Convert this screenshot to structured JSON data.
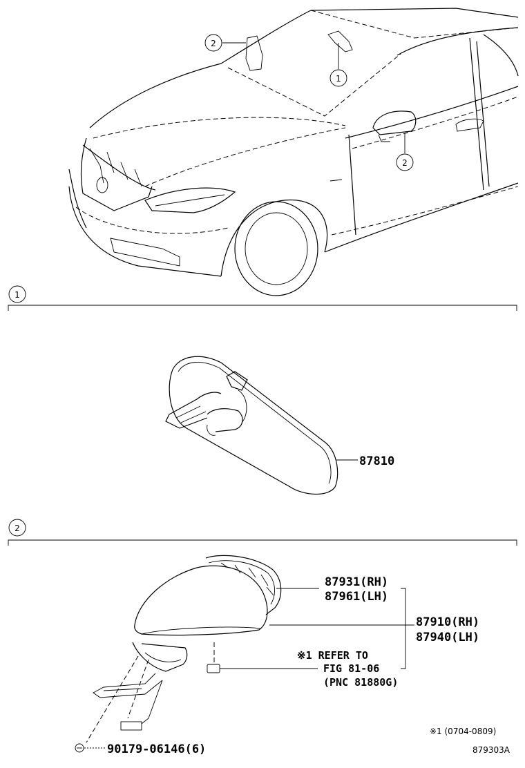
{
  "callouts": {
    "c1": "1",
    "c2": "2"
  },
  "sections": [
    {
      "marker": "1"
    },
    {
      "marker": "2"
    }
  ],
  "parts": {
    "inner_mirror": "87810",
    "rh_mirror_sub": "87931(RH)",
    "lh_mirror_sub": "87961(LH)",
    "rh_mirror_assy": "87910(RH)",
    "lh_mirror_assy": "87940(LH)",
    "screw": "90179-06146(6)"
  },
  "notes": {
    "refer_line1": "※1 REFER TO",
    "refer_line2": "FIG 81-06",
    "refer_line3": "(PNC 81880G)",
    "footnote": "※1 (0704-0809)",
    "figure_id": "879303A"
  }
}
